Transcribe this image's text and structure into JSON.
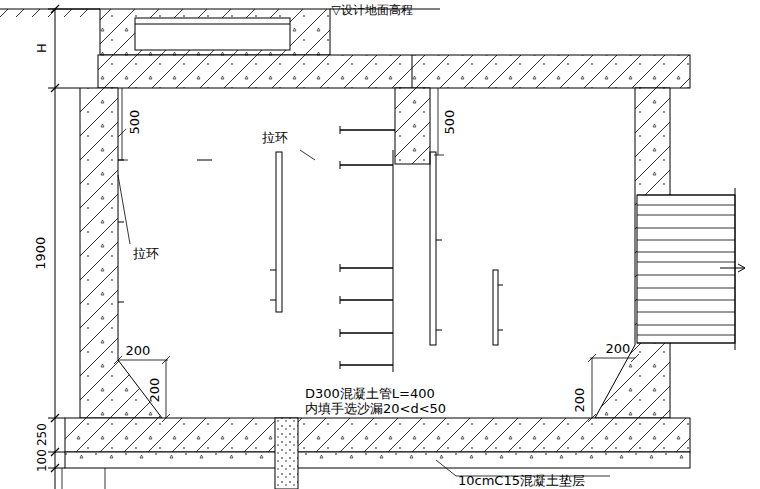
{
  "diagram": {
    "labels": [
      "▽设计地面高程",
      "H",
      "1900",
      "100",
      "250",
      "500",
      "500",
      "拉环",
      "拉环",
      "200",
      "200",
      "200",
      "200",
      "D300混凝土管L=400",
      "内填手选沙漏20<d<50",
      "10cmC15混凝土垫层"
    ]
  }
}
